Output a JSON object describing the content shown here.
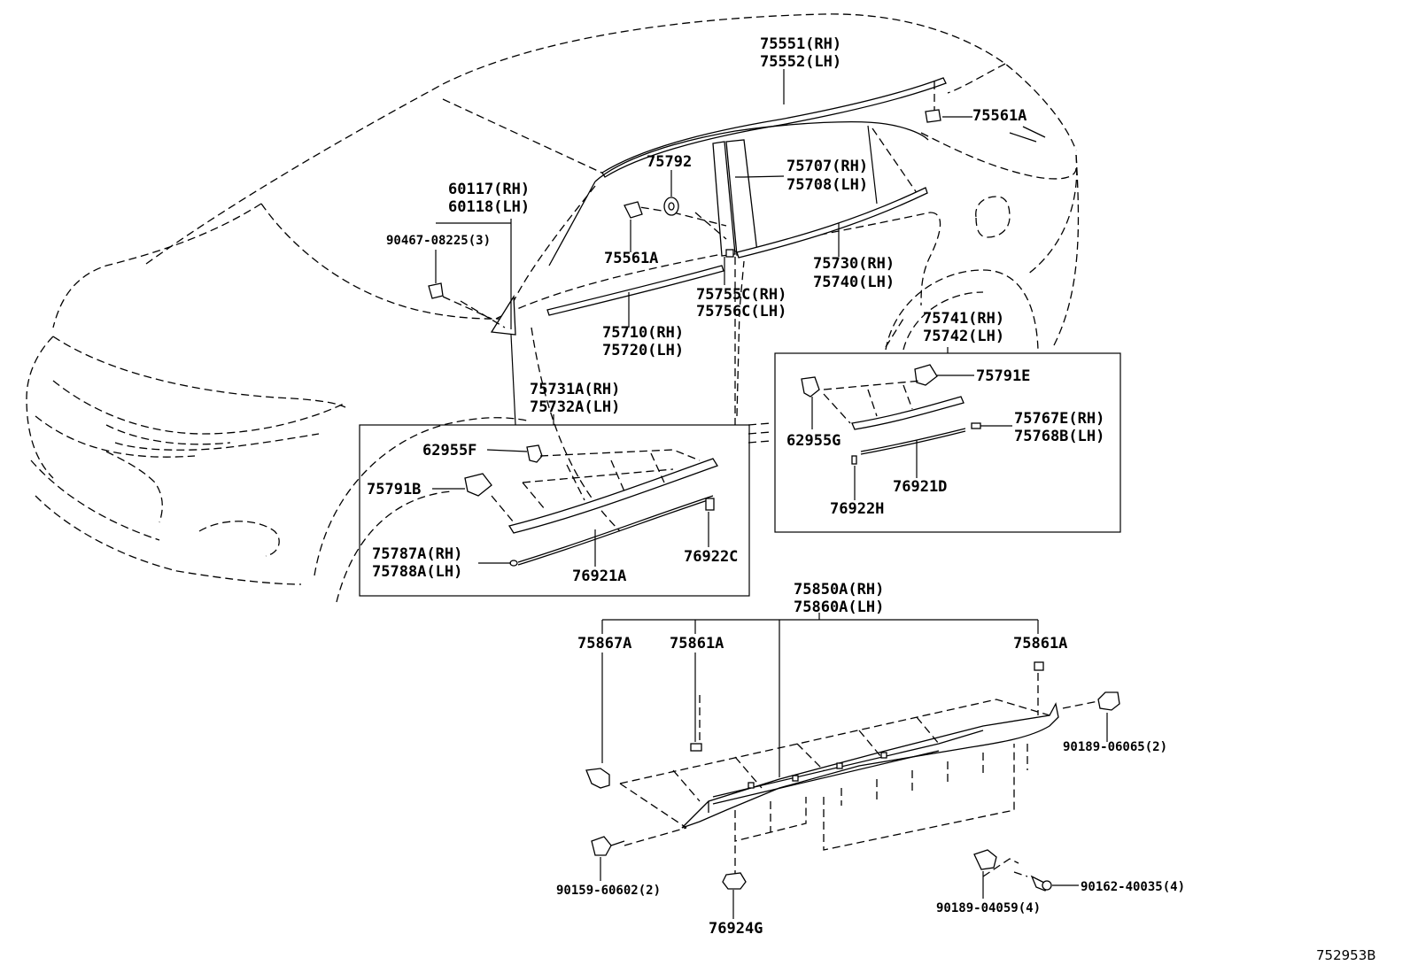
{
  "diagram_code": "752953B",
  "labels": {
    "p75551": "75551(RH)",
    "p75552": "75552(LH)",
    "p75561a_top": "75561A",
    "p75792": "75792",
    "p75707": "75707(RH)",
    "p75708": "75708(LH)",
    "p60117": "60117(RH)",
    "p60118": "60118(LH)",
    "p90467": "90467-08225(3)",
    "p75561a_mid": "75561A",
    "p75730": "75730(RH)",
    "p75740": "75740(LH)",
    "p75755c": "75755C(RH)",
    "p75756c": "75756C(LH)",
    "p75710": "75710(RH)",
    "p75720": "75720(LH)",
    "p75741": "75741(RH)",
    "p75742": "75742(LH)",
    "p75791e": "75791E",
    "p62955g": "62955G",
    "p75767e": "75767E(RH)",
    "p75768b": "75768B(LH)",
    "p76921d": "76921D",
    "p76922h": "76922H",
    "p75731a": "75731A(RH)",
    "p75732a": "75732A(LH)",
    "p62955f": "62955F",
    "p75791b": "75791B",
    "p75787a": "75787A(RH)",
    "p75788a": "75788A(LH)",
    "p76921a": "76921A",
    "p76922c": "76922C",
    "p75850a": "75850A(RH)",
    "p75860a": "75860A(LH)",
    "p75867a": "75867A",
    "p75861a_l": "75861A",
    "p75861a_r": "75861A",
    "p90189_06065": "90189-06065(2)",
    "p90159": "90159-60602(2)",
    "p76924g": "76924G",
    "p90189_04059": "90189-04059(4)",
    "p90162": "90162-40035(4)"
  }
}
